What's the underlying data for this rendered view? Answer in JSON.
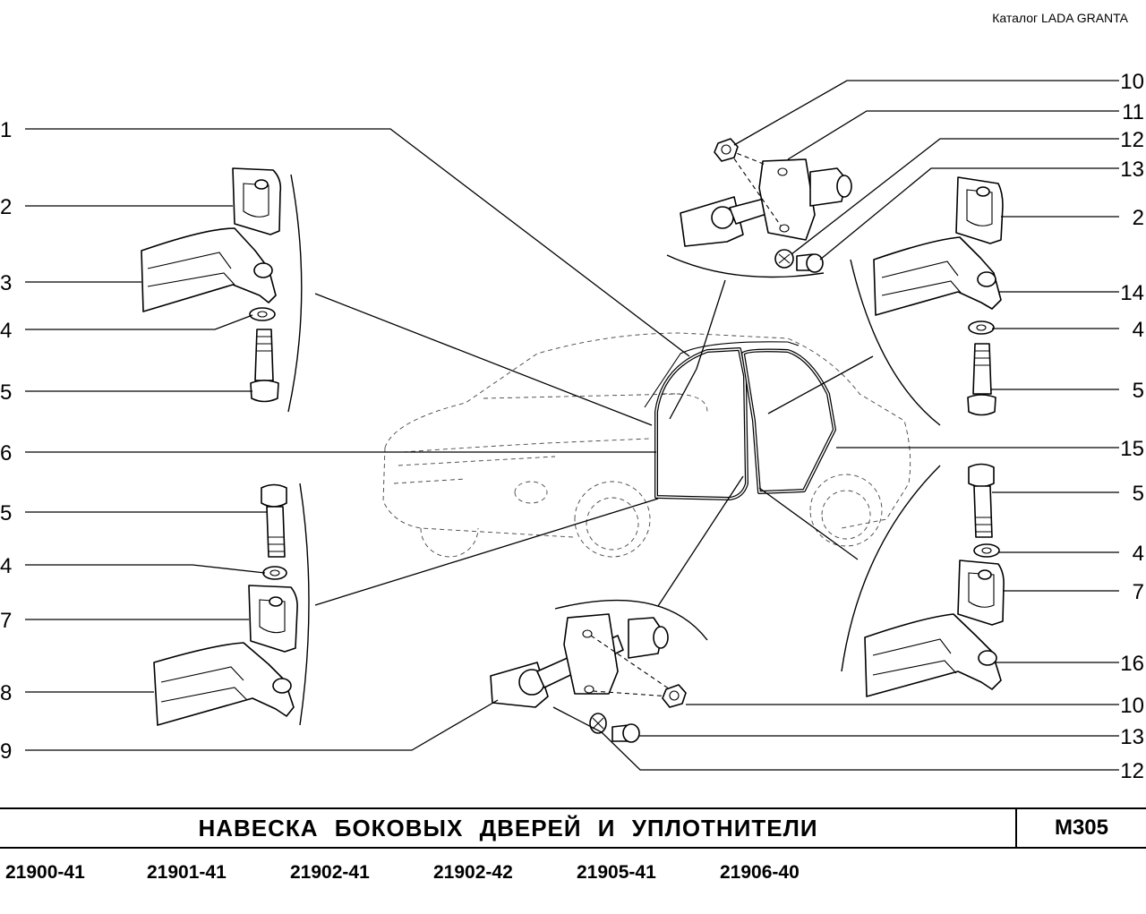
{
  "header": {
    "catalog": "Каталог  LADA  GRANTA"
  },
  "callouts": {
    "left": [
      "1",
      "2",
      "3",
      "4",
      "5",
      "6",
      "5",
      "4",
      "7",
      "8",
      "9"
    ],
    "right": [
      "10",
      "11",
      "12",
      "13",
      "2",
      "14",
      "4",
      "5",
      "15",
      "5",
      "4",
      "7",
      "16",
      "10",
      "13",
      "12"
    ]
  },
  "footer": {
    "title": "НАВЕСКА   БОКОВЫХ   ДВЕРЕЙ  И  УПЛОТНИТЕЛИ",
    "code": "М305",
    "models": [
      "21900-41",
      "21901-41",
      "21902-41",
      "21902-42",
      "21905-41",
      "21906-40"
    ]
  }
}
